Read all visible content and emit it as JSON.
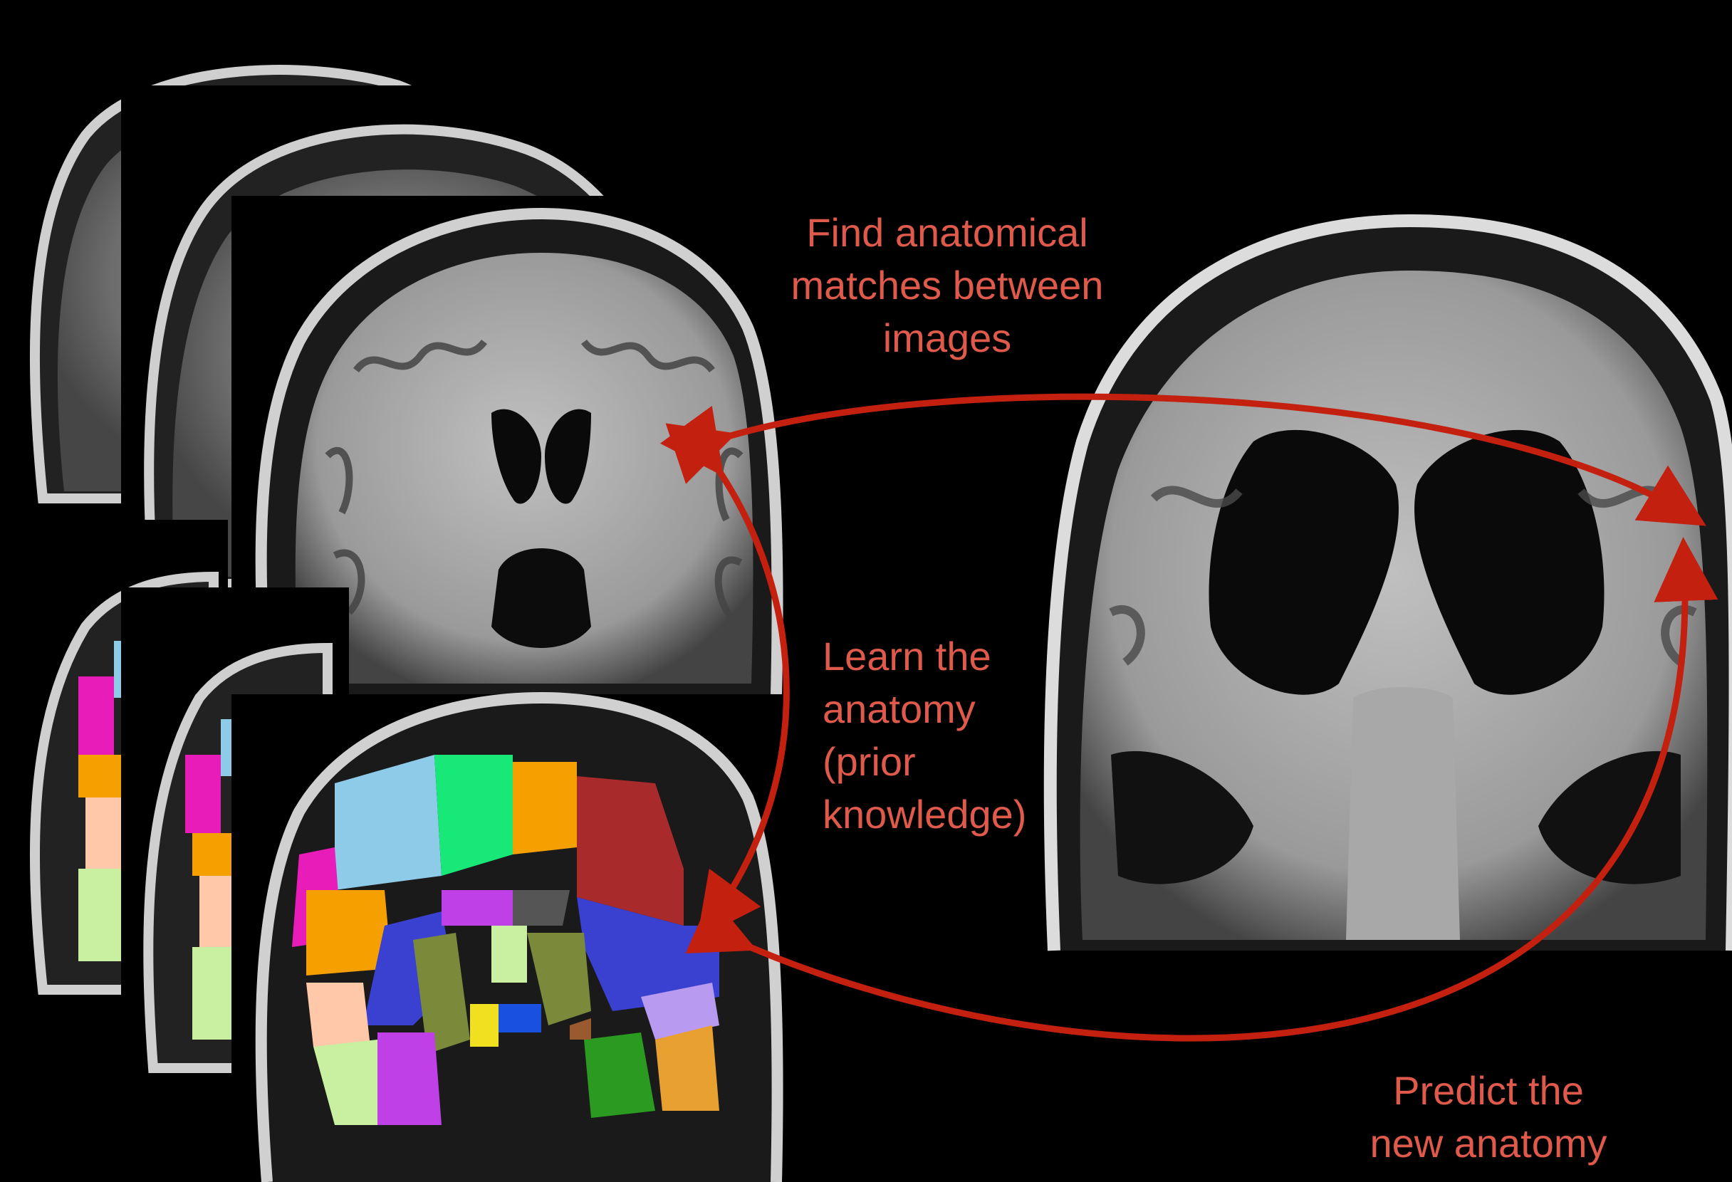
{
  "labels": {
    "find_matches": "Find anatomical\nmatches between\nimages",
    "learn_anatomy": "Learn the\nanatomy\n(prior\nknowledge)",
    "predict_anatomy": "Predict the\nnew anatomy"
  },
  "colors": {
    "background": "#000000",
    "label_text": "#e05a4c",
    "arrow": "#c42010",
    "frame_bg": "#000000",
    "skull": "#c8c8c8",
    "white_matter": "#b5b5b5",
    "grey_matter": "#7a7a7a",
    "csf": "#0a0a0a"
  },
  "segmentation_palette": [
    "#8ecbe8",
    "#17e878",
    "#f5a000",
    "#a82a2a",
    "#e81cb8",
    "#3a40d0",
    "#7a8a3a",
    "#c040e8",
    "#c8f0a0",
    "#2a9a20",
    "#e8a030",
    "#f0e020",
    "#1a50e0",
    "#ffc8a8",
    "#b89af0",
    "#9a5a30"
  ],
  "icons": {
    "atlas_images": "brain-mri-coronal-icon",
    "segmentations": "brain-segmentation-icon",
    "target_image": "brain-mri-target-icon"
  }
}
